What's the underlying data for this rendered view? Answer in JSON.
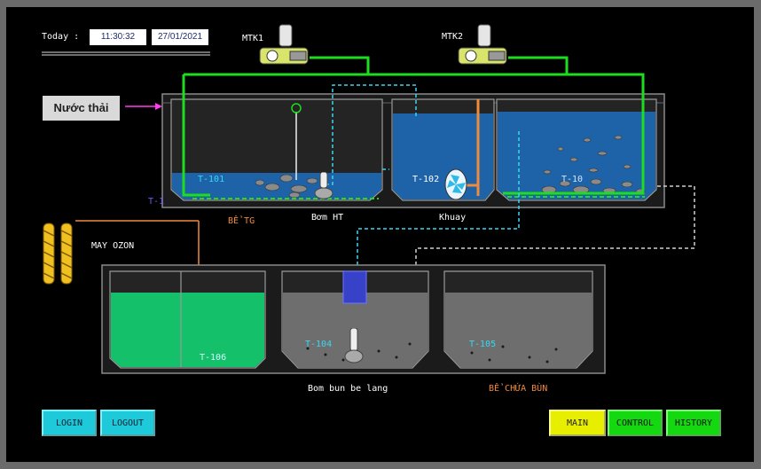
{
  "header": {
    "today_label": "Today :",
    "time": "11:30:32",
    "date": "27/01/2021"
  },
  "inlet": {
    "label": "Nước thải"
  },
  "blowers": [
    {
      "label": "MTK1"
    },
    {
      "label": "MTK2"
    }
  ],
  "ozone": {
    "label": "MAY OZON"
  },
  "tanks": {
    "t101": "T-101",
    "t101_side": "T-1",
    "t102": "T-102",
    "t103": "T-10",
    "t104": "T-104",
    "t105": "T-105",
    "t106": "T-106"
  },
  "captions": {
    "be_tg": "BỂ TG",
    "bom_ht": "Bơm HT",
    "khuay": "Khuay",
    "bom_bun": "Bom bun be lang",
    "be_chua_bun": "BỂ CHỨA BÙN"
  },
  "buttons": {
    "login": "LOGIN",
    "logout": "LOGOUT",
    "main": "MAIN",
    "control": "CONTROL",
    "history": "HISTORY"
  },
  "colors": {
    "water": "#1e63a8",
    "air_pipe": "#1edc1e",
    "dashed_pipe": "#3ad6f0",
    "sludge": "#6e6e6e",
    "ozone_pipe": "#f08a3c",
    "green_tank": "#15c06a"
  }
}
